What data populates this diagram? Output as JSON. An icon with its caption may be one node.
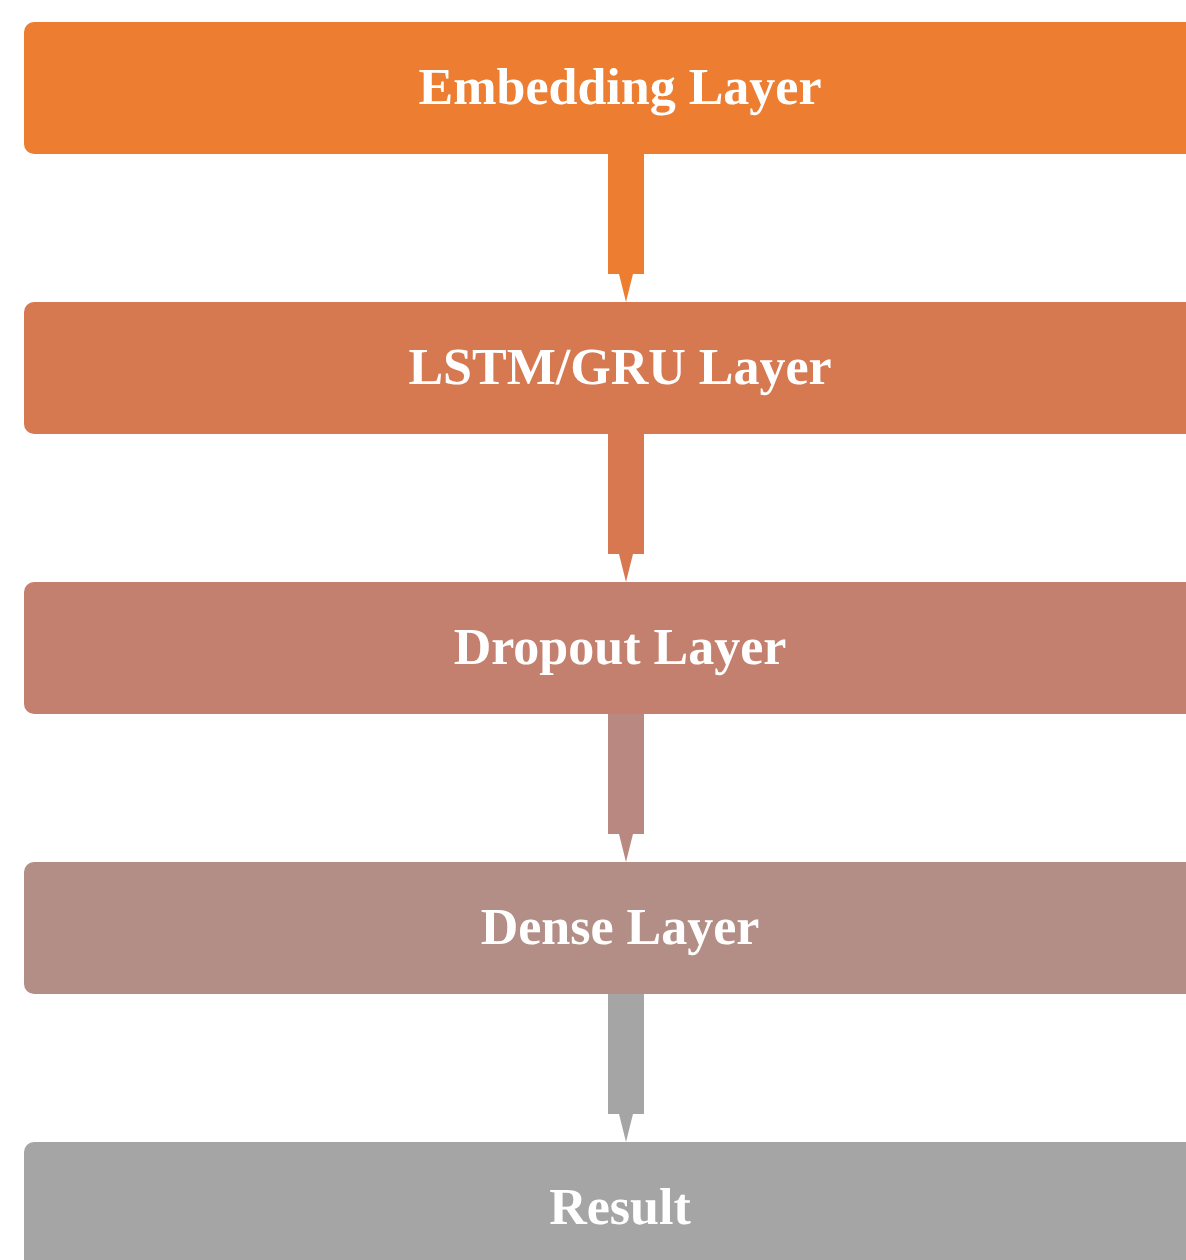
{
  "diagram": {
    "nodes": [
      {
        "text": [
          "Embedding Layer"
        ]
      },
      {
        "text": [
          "LSTM/GRU Layer"
        ]
      },
      {
        "text": [
          "Dropout Layer"
        ]
      },
      {
        "text": [
          "Dense Layer"
        ]
      },
      {
        "text": [
          "Result"
        ]
      }
    ],
    "edges": [
      {
        "from": 0,
        "to": 1,
        "arrow": "to",
        "color": "#ed7d31"
      },
      {
        "from": 1,
        "to": 2,
        "arrow": "to",
        "color": "#d77850"
      },
      {
        "from": 2,
        "to": 3,
        "arrow": "to",
        "color": "#b98880"
      },
      {
        "from": 3,
        "to": 4,
        "arrow": "to",
        "color": "#a5a5a5"
      }
    ]
  }
}
